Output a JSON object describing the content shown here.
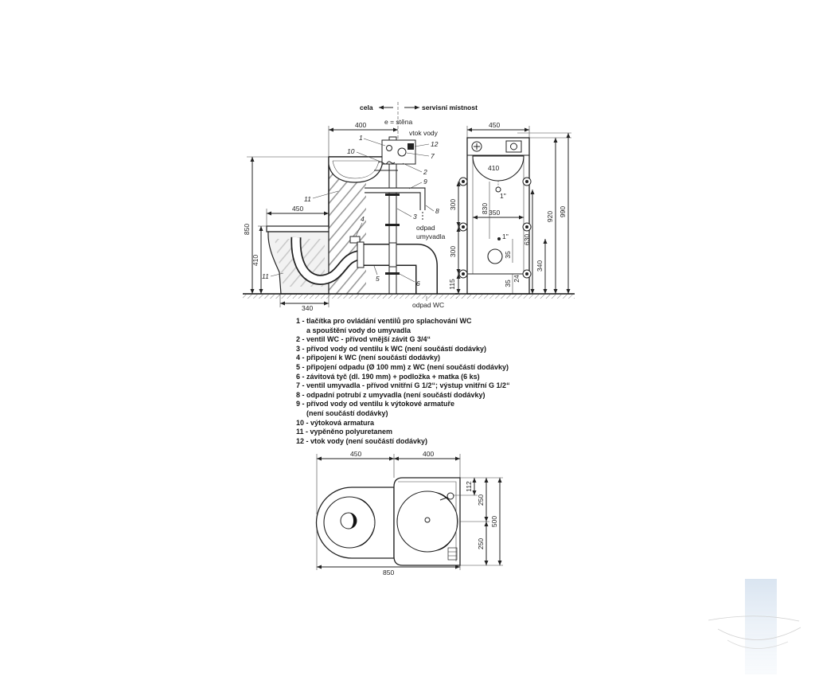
{
  "header": {
    "cell_label": "cela",
    "service_room_label": "servisní místnost",
    "wall_label": "e = stěna",
    "water_inlet_label": "vtok vody"
  },
  "side_view": {
    "dim_top": "400",
    "dim_wc_projection": "450",
    "dim_total_height": "850",
    "dim_wc_height": "410",
    "dim_wc_axis": "340",
    "callout_1": "1",
    "callout_2": "2",
    "callout_3": "3",
    "callout_4": "4",
    "callout_5": "5",
    "callout_6": "6",
    "callout_7": "7",
    "callout_8": "8",
    "callout_9": "9",
    "callout_10": "10",
    "callout_11_upper": "11",
    "callout_11_lower": "11",
    "callout_12": "12",
    "basin_drain_label_1": "odpad",
    "basin_drain_label_2": "umyvadla",
    "wc_drain_label": "odpad WC"
  },
  "front_view": {
    "dim_width": "450",
    "dim_basin_width": "410",
    "basin_outlet_size": "1\"",
    "dim_300_upper": "300",
    "dim_830": "830",
    "dim_350": "350",
    "dim_920": "920",
    "dim_990": "990",
    "dim_300_lower": "300",
    "dim_35_upper": "35",
    "outlet_size_lower": "1\"",
    "dim_630": "630",
    "dim_340": "340",
    "dim_24": "24",
    "dim_115": "115",
    "dim_35_lower": "35"
  },
  "legend": [
    "1 - tlačítka pro ovládání ventilů pro splachování WC",
    "a spouštění vody do umyvadla",
    "2 - ventil WC - přívod vnější závit G 3/4“",
    "3 - přívod vody od ventilu k WC (není součástí dodávky)",
    "4 - připojení k WC (není součástí dodávky)",
    "5 - připojení odpadu (Ø 100 mm) z WC (není součástí dodávky)",
    "6 - závitová tyč (dl. 190 mm) + podložka + matka (6 ks)",
    "7 - ventil umyvadla - přívod vnitřní G 1/2“; výstup vnitřní G 1/2“",
    "8 - odpadní potrubí z umyvadla (není součástí dodávky)",
    "9 - přívod vody od ventilu k výtokové armatuře",
    "(není součástí dodávky)",
    "10 - výtoková armatura",
    "11 - vypěněno polyuretanem",
    "12 - vtok vody (není součástí dodávky)"
  ],
  "plan_view": {
    "dim_wc_length": "450",
    "dim_basin_length": "400",
    "dim_total_length": "850",
    "dim_112": "112",
    "dim_250_upper": "250",
    "dim_500": "500",
    "dim_250_lower": "250"
  },
  "colors": {
    "line": "#222222",
    "hatch": "#9a9a9a",
    "watermark": "#c8d8ea"
  }
}
